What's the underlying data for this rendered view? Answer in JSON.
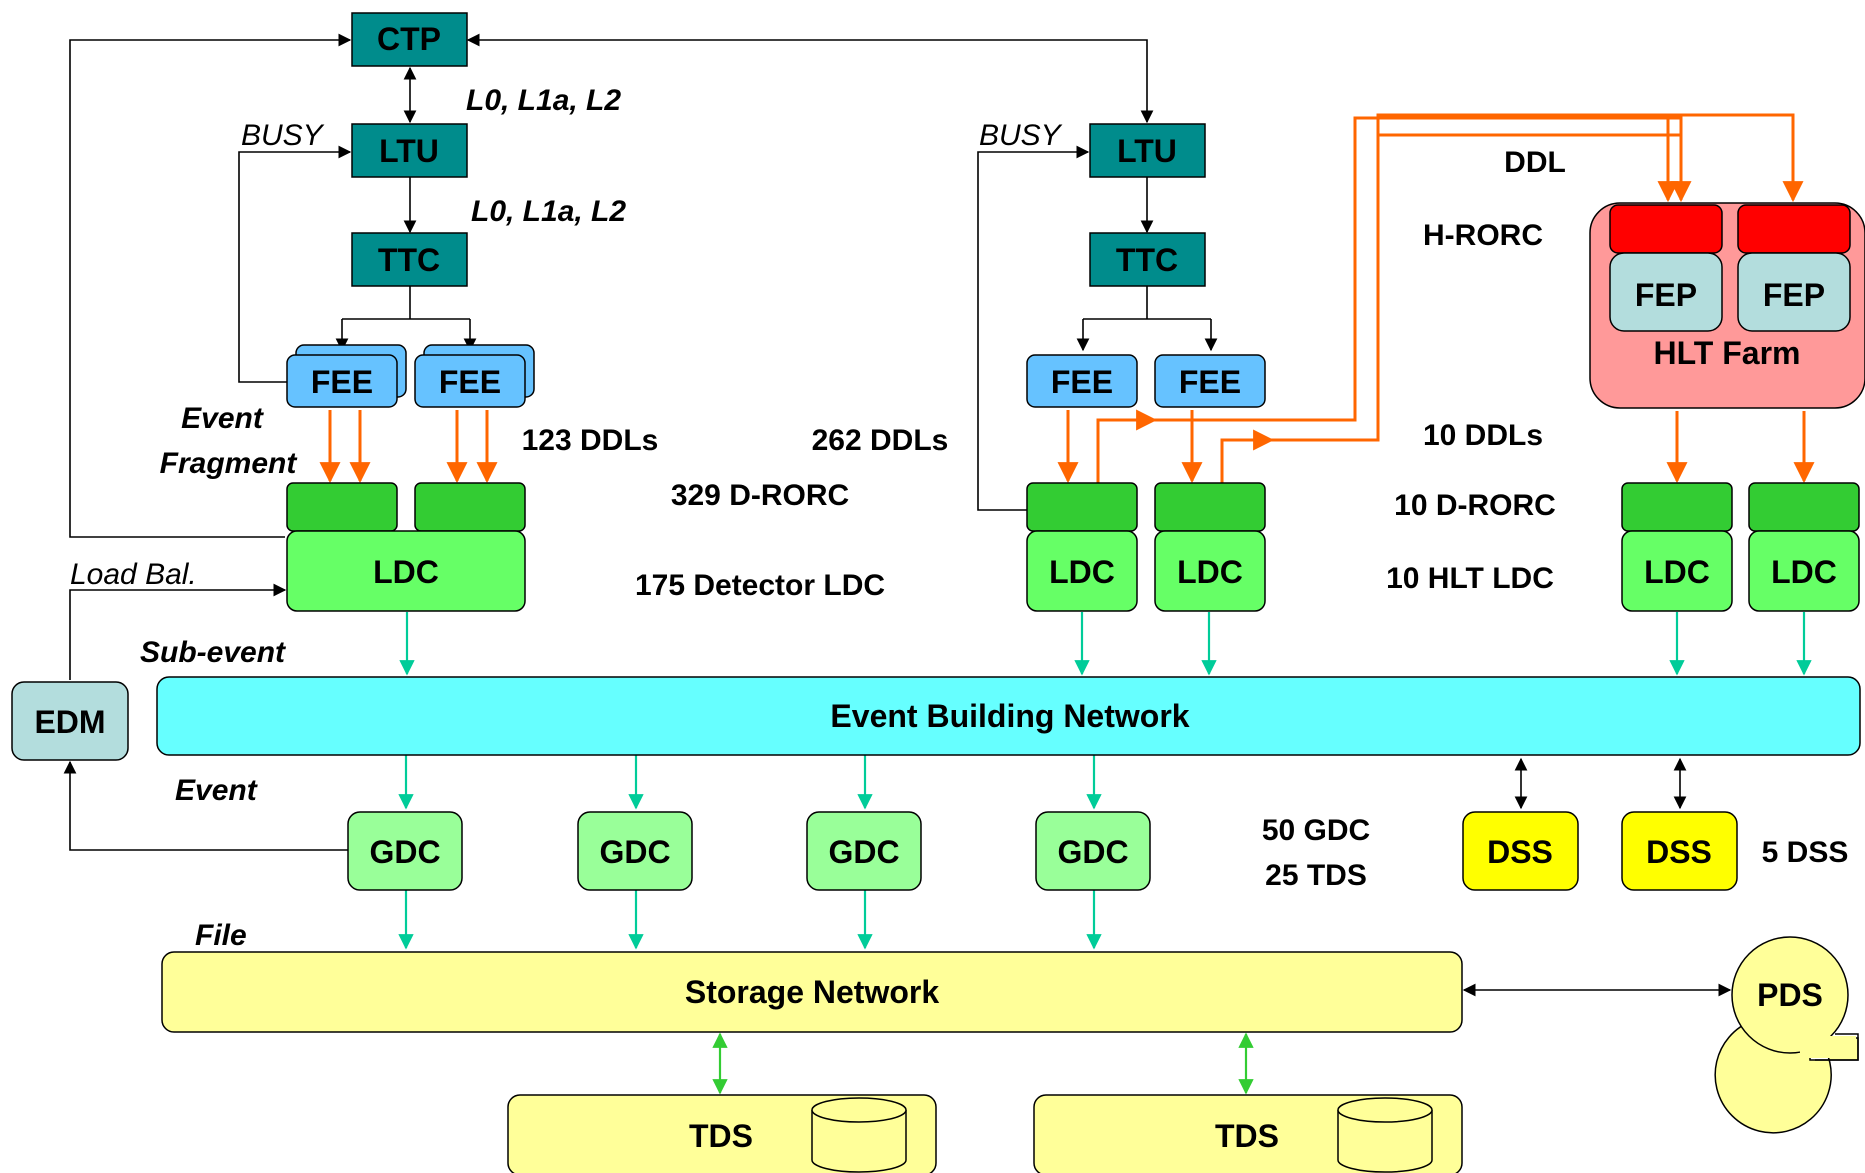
{
  "colors": {
    "teal": "#008C8C",
    "fee": "#66C2FF",
    "rorc": "#33CC33",
    "ldc": "#66FF66",
    "gdc": "#99FF99",
    "network": "#66FFFF",
    "storage": "#FFFF99",
    "dss": "#FFFF00",
    "hlt": "#FF9999",
    "hrorc": "#FF0000",
    "fep": "#B3DDDD",
    "edm": "#B3DDDD",
    "orange": "#FF6600",
    "green_arrow": "#00CC99",
    "storage_arrow": "#33CC33"
  },
  "trigger": {
    "ctp": "CTP",
    "ltu": "LTU",
    "ttc": "TTC",
    "busy": "BUSY",
    "signals": "L0, L1a, L2"
  },
  "readout": {
    "fee": "FEE",
    "fep": "FEP",
    "hlt_farm": "HLT Farm",
    "ldc": "LDC",
    "gdc": "GDC",
    "dss": "DSS",
    "edm": "EDM",
    "pds": "PDS",
    "tds": "TDS"
  },
  "networks": {
    "event_building": "Event Building Network",
    "storage": "Storage Network"
  },
  "labels": {
    "event_fragment_1": "Event",
    "event_fragment_2": "Fragment",
    "load_bal": "Load Bal.",
    "sub_event": "Sub-event",
    "event": "Event",
    "file": "File",
    "ddl": "DDL",
    "h_rorc": "H-RORC"
  },
  "counts": {
    "ddls_123": "123 DDLs",
    "ddls_262": "262 DDLs",
    "d_rorc_329": "329 D-RORC",
    "detector_ldc_175": "175 Detector LDC",
    "ddls_10": "10 DDLs",
    "d_rorc_10": "10 D-RORC",
    "hlt_ldc_10": "10 HLT LDC",
    "gdc_50": "50 GDC",
    "tds_25": "25 TDS",
    "dss_5": "5 DSS"
  }
}
